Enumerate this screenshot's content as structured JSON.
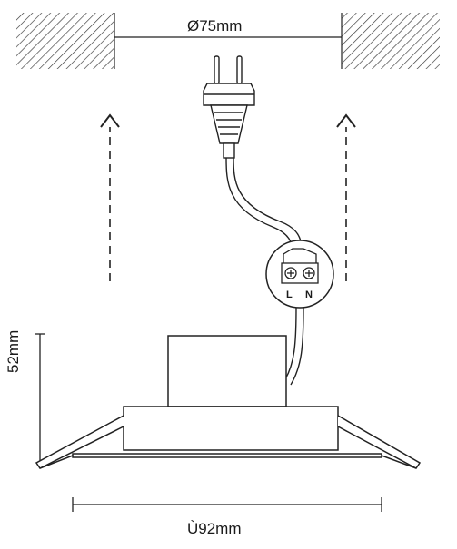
{
  "dimensions": {
    "ceiling_hole": "Ø75mm",
    "fixture_diameter": "Ù92mm",
    "height": "52mm"
  },
  "terminal": {
    "live_label": "L",
    "neutral_label": "N"
  }
}
